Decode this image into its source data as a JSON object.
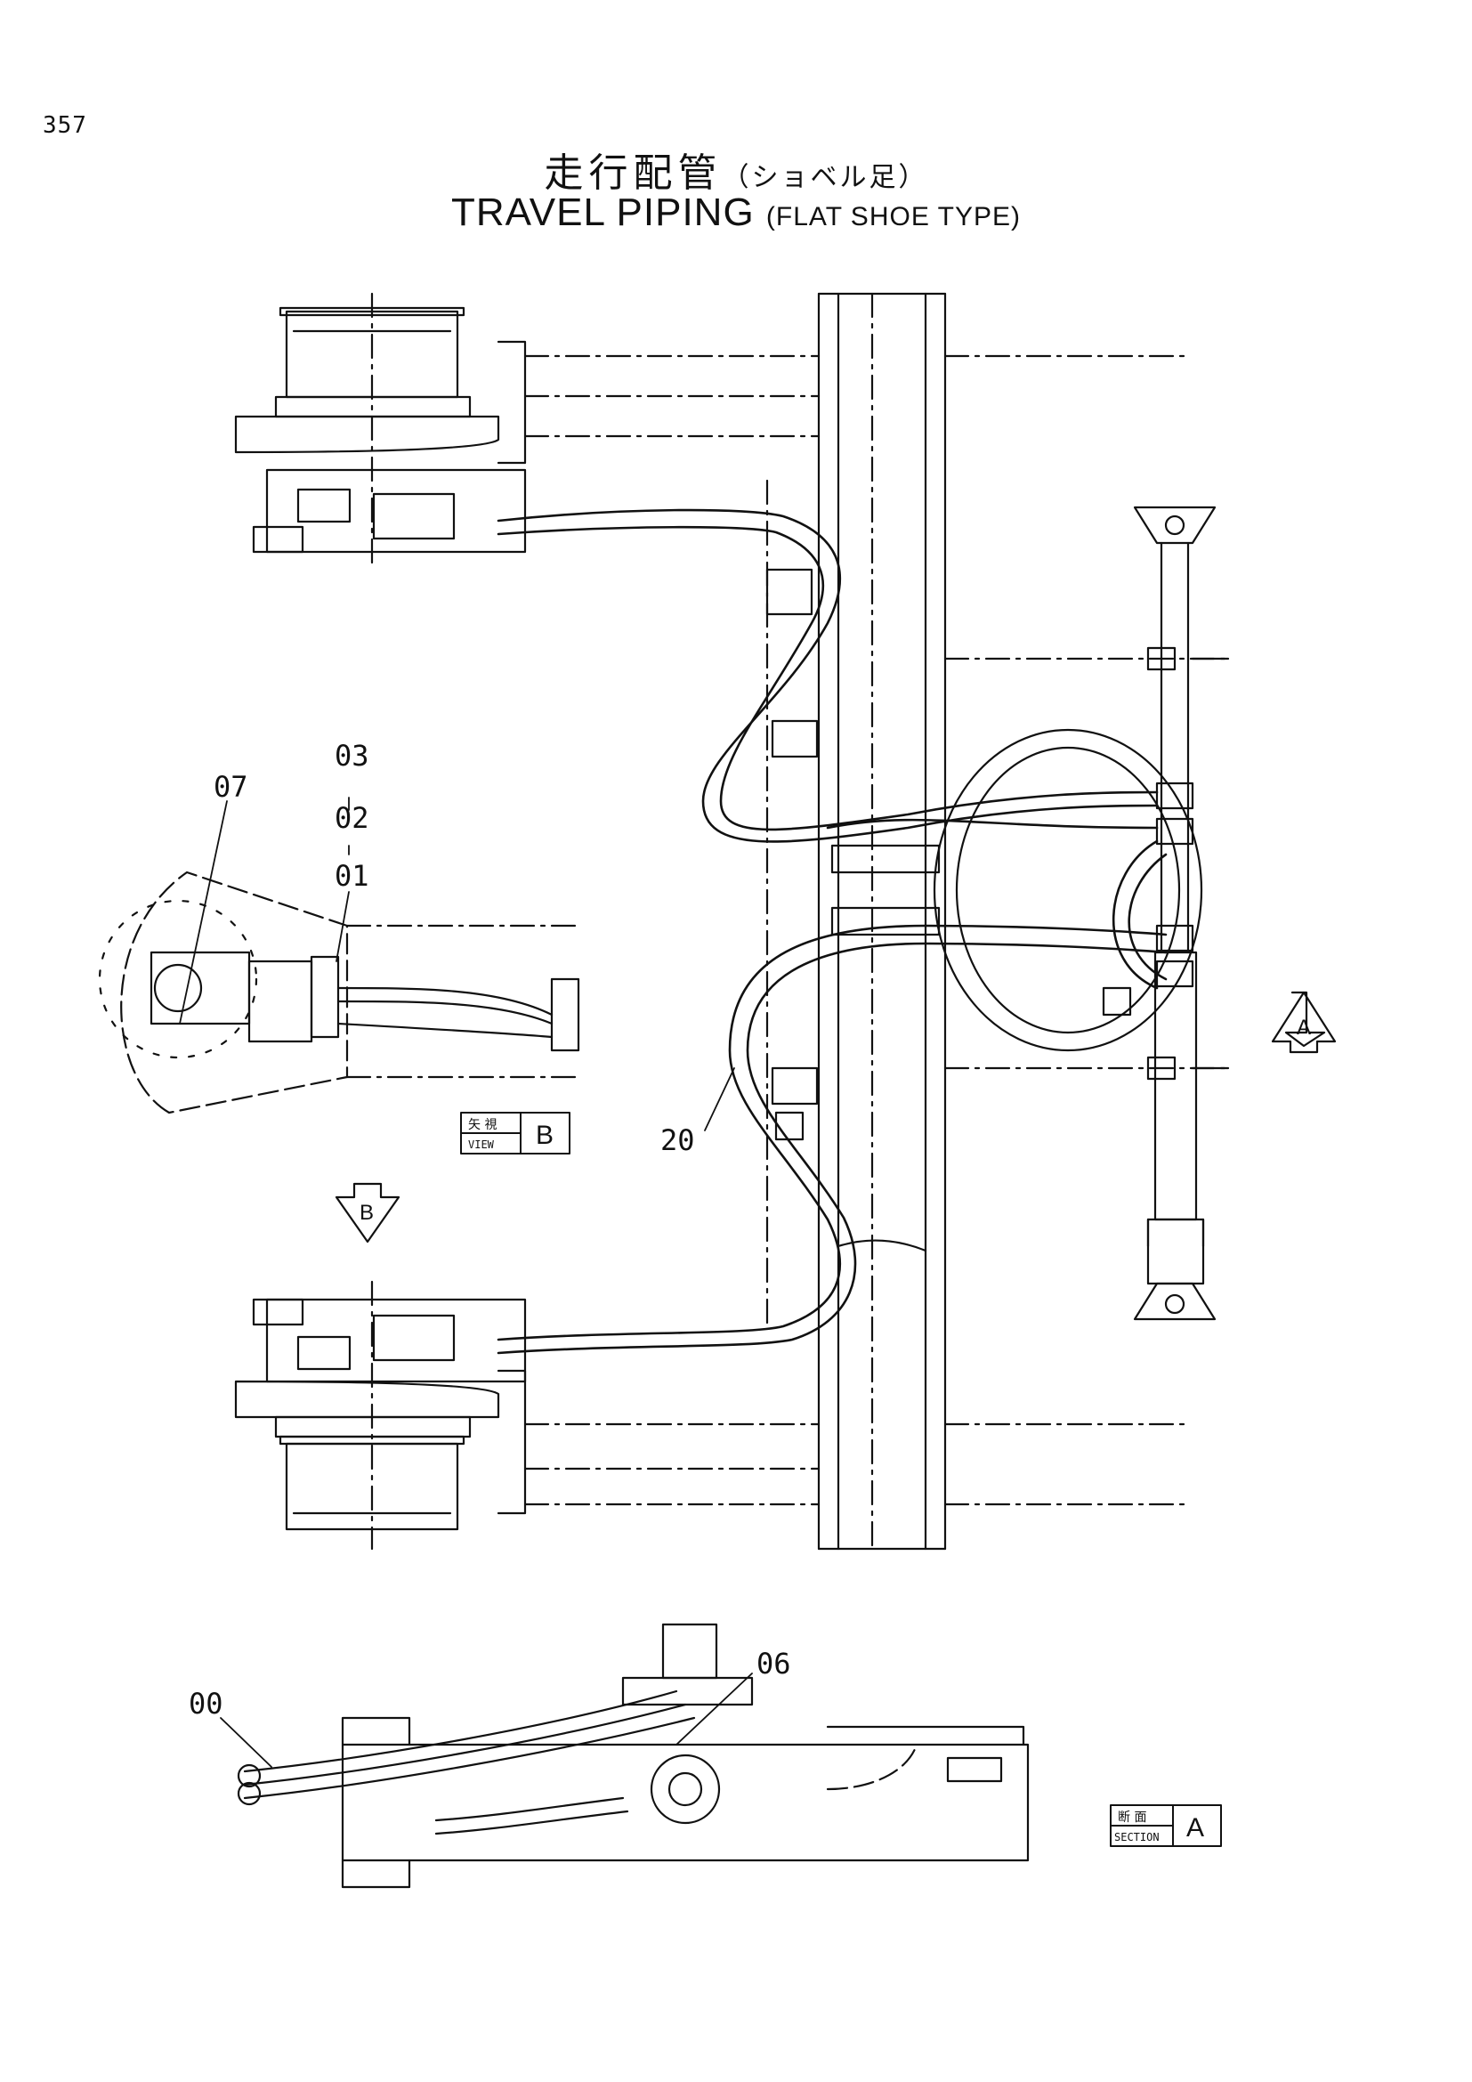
{
  "page_number": "357",
  "title": {
    "japanese": "走行配管",
    "japanese_sub": "（ショベル足）",
    "english": "TRAVEL PIPING",
    "english_sub": "(FLAT SHOE TYPE)"
  },
  "callouts": {
    "c03": "03",
    "c02": "02",
    "c01": "01",
    "c07": "07",
    "c20": "20",
    "c00": "00",
    "c06": "06"
  },
  "view_b": {
    "japanese": "矢 視",
    "english": "VIEW",
    "letter": "B"
  },
  "section_a": {
    "japanese": "断 面",
    "english": "SECTION",
    "letter": "A"
  },
  "arrows": {
    "a": "A",
    "b": "B"
  },
  "colors": {
    "ink": "#111111",
    "paper": "#ffffff"
  }
}
